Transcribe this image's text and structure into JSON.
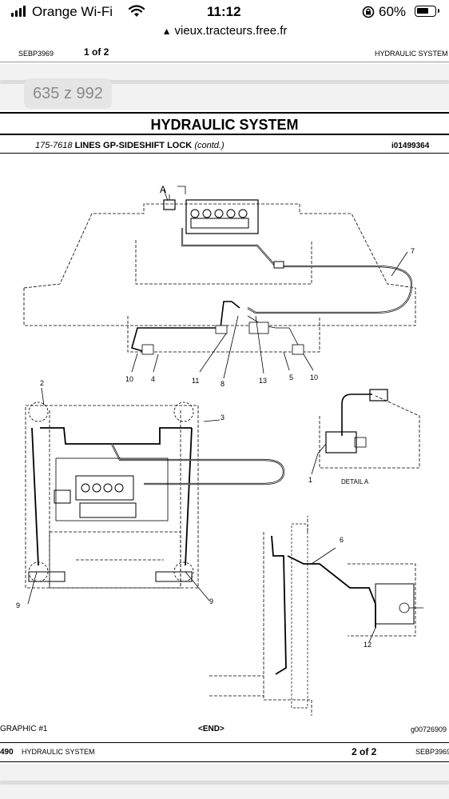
{
  "status_bar": {
    "carrier": "Orange Wi-Fi",
    "time": "11:12",
    "battery": "60%",
    "battery_level": 0.6
  },
  "browser": {
    "url": "vieux.tracteurs.free.fr",
    "security_icon": "warning-triangle-icon"
  },
  "page1": {
    "doc_code": "SEBP3969",
    "page_label": "1 of 2",
    "header_title": "HYDRAULIC SYSTEM"
  },
  "page_badge": "635 z 992",
  "section": {
    "title": "HYDRAULIC SYSTEM",
    "subtitle_num": "175-7618",
    "subtitle_name": "LINES GP-SIDESHIFT LOCK",
    "subtitle_cont": "(contd.)",
    "id": "i01499364"
  },
  "drawing": {
    "callouts": [
      "A",
      "7",
      "10",
      "4",
      "11",
      "8",
      "13",
      "5",
      "10",
      "2",
      "3",
      "1",
      "DETAIL A",
      "6",
      "9",
      "9",
      "12"
    ]
  },
  "footer": {
    "graphic": "GRAPHIC #1",
    "end": "<END>",
    "code": "g00726909"
  },
  "page2": {
    "page_num": "490",
    "title": "HYDRAULIC SYSTEM",
    "page_label": "2 of 2",
    "doc_code": "SEBP3969"
  }
}
